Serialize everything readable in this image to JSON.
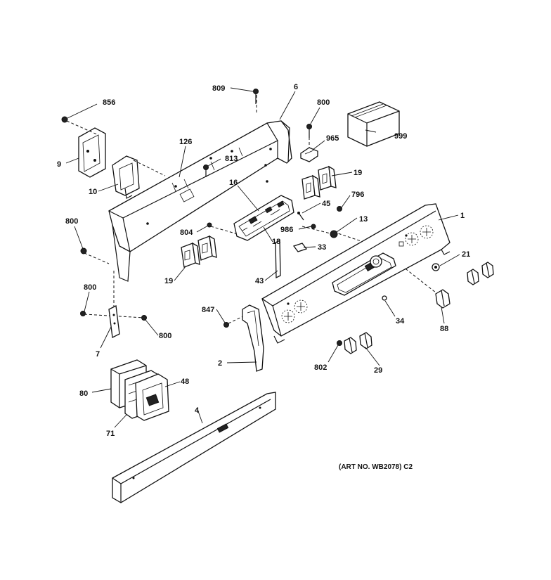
{
  "labels": {
    "l856": "856",
    "l809": "809",
    "l6": "6",
    "l800a": "800",
    "l965": "965",
    "l999": "999",
    "l9": "9",
    "l126": "126",
    "l813": "813",
    "l10": "10",
    "l19a": "19",
    "l16": "16",
    "l796": "796",
    "l45": "45",
    "l800b": "800",
    "l804": "804",
    "l986": "986",
    "l13": "13",
    "l1": "1",
    "l18": "18",
    "l33": "33",
    "l21": "21",
    "l19b": "19",
    "l43": "43",
    "l800c": "800",
    "l847": "847",
    "l34": "34",
    "l88": "88",
    "l7": "7",
    "l800d": "800",
    "l2": "2",
    "l802": "802",
    "l29": "29",
    "l48": "48",
    "l80": "80",
    "l4": "4",
    "l71": "71"
  },
  "art_number": "(ART NO. WB2078) C2"
}
